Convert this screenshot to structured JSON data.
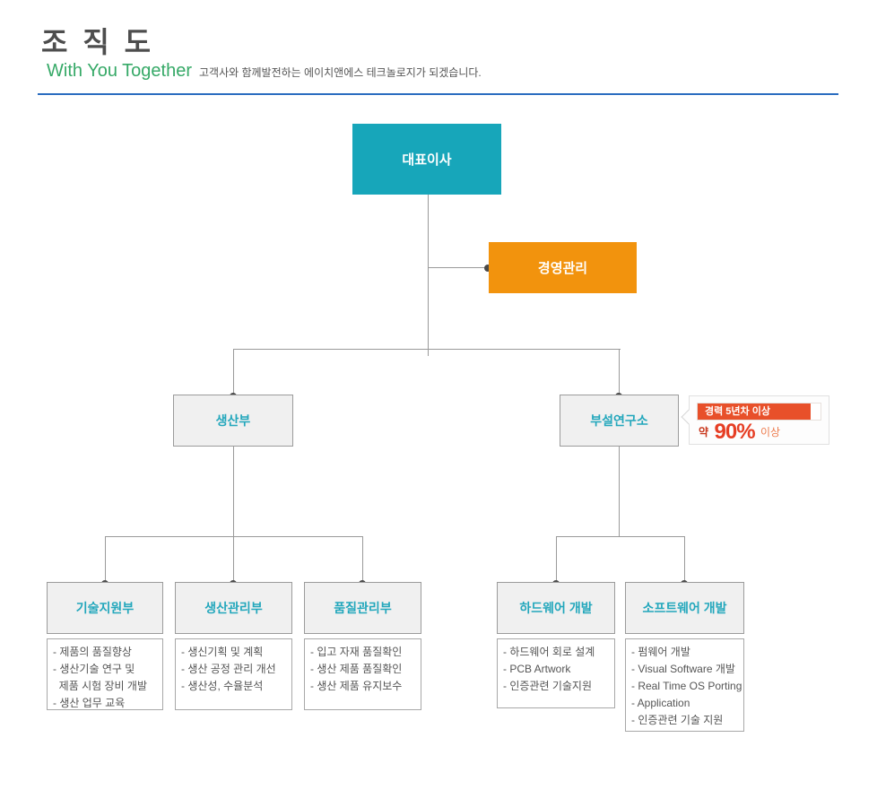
{
  "header": {
    "title": "조 직 도",
    "subtitle_en": "With You Together",
    "subtitle_ko": "고객사와 함께발전하는 에이치앤에스 테크놀로지가 되겠습니다."
  },
  "org": {
    "ceo": {
      "label": "대표이사"
    },
    "management": {
      "label": "경영관리"
    },
    "production": {
      "label": "생산부"
    },
    "research": {
      "label": "부설연구소"
    },
    "badge": {
      "bar_label": "경력 5년차 이상",
      "prefix": "약",
      "percent": "90%",
      "suffix": "이상",
      "fill_ratio": "92%"
    },
    "departments": [
      {
        "label": "기술지원부",
        "lines": [
          "- 제품의 품질향상",
          "- 생산기술 연구 및",
          "  제품 시험 장비 개발",
          "- 생산 업무 교육"
        ]
      },
      {
        "label": "생산관리부",
        "lines": [
          "- 생신기획 및 계획",
          "- 생산 공정 관리 개선",
          "- 생산성, 수율분석"
        ]
      },
      {
        "label": "품질관리부",
        "lines": [
          "- 입고 자재 품질확인",
          "- 생산 제품 품질확인",
          "- 생산 제품 유지보수"
        ]
      },
      {
        "label": "하드웨어 개발",
        "lines": [
          "- 하드웨어 회로 설계",
          "- PCB Artwork",
          "- 인증관련 기술지원"
        ]
      },
      {
        "label": "소프트웨어 개발",
        "lines": [
          "- 펌웨어 개발",
          "- Visual Software 개발",
          "- Real Time OS Porting",
          "- Application",
          "- 인증관련 기술 지원"
        ]
      }
    ]
  },
  "colors": {
    "accent_teal": "#17a6ba",
    "accent_orange": "#f2930d",
    "node_bg": "#f0f0f0",
    "node_border": "#9b9b9b",
    "node_text_teal": "#23a7bc",
    "connector": "#9a9a9a",
    "dot": "#4a4a4a",
    "list_border": "#a8a8a8",
    "list_text": "#555555",
    "badge_bar": "#e8502a",
    "badge_percent": "#e63e24",
    "badge_suffix": "#ed7c4e",
    "badge_prefix": "#c8371c",
    "title_text": "#4d4d4d",
    "subtitle_green": "#36a967",
    "rule_blue": "#2a6cc0"
  }
}
